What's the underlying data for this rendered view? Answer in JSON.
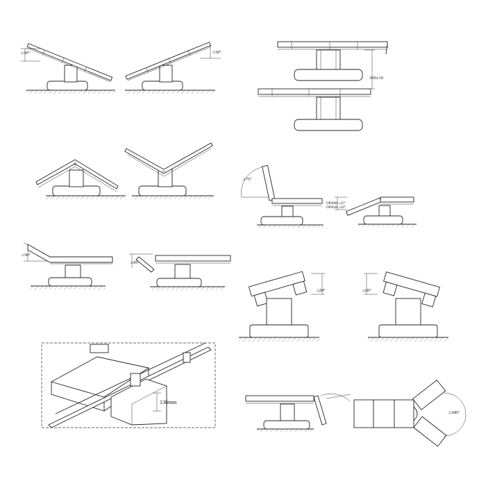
{
  "figures": {
    "trendelenburg": {
      "label": "≥30°"
    },
    "reverse_trendelenburg": {
      "label": "≥30°"
    },
    "slide": {
      "label": "300±10"
    },
    "back_up": {
      "label": "≥75°"
    },
    "back_down": {
      "label_1": "OPS800 ≥25°",
      "label_2": "OPS830 ≥50°"
    },
    "leg_down": {
      "label": "≥30°"
    },
    "head_down": {
      "label": "≥45°"
    },
    "lateral_left": {
      "label": "≥20°"
    },
    "lateral_right": {
      "label": "≥20°"
    },
    "rail_detail": {
      "label": "136mm"
    },
    "leg_rotation": {
      "label": "≥180°"
    }
  },
  "colors": {
    "line": "#222222",
    "background": "#ffffff"
  }
}
